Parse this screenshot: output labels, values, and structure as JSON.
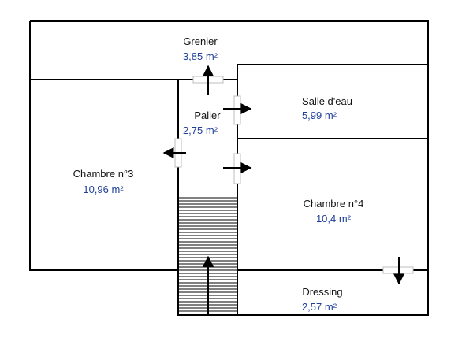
{
  "rooms": {
    "grenier": {
      "name": "Grenier",
      "area": "3,85  m²"
    },
    "palier": {
      "name": "Palier",
      "area": "2,75  m²"
    },
    "sde": {
      "name": "Salle d'eau",
      "area": "5,99  m²"
    },
    "chambre3": {
      "name": "Chambre n°3",
      "area": "10,96  m²"
    },
    "chambre4": {
      "name": "Chambre n°4",
      "area": "10,4  m²"
    },
    "dressing": {
      "name": "Dressing",
      "area": "2,57  m²"
    }
  },
  "colors": {
    "wall": "#000000",
    "door_gap": "#cfcfcf",
    "area_text": "#1f3f9a",
    "stairs": "#000000"
  },
  "doors": [
    {
      "room": "grenier",
      "direction": "up"
    },
    {
      "room": "sde",
      "direction": "right"
    },
    {
      "room": "chambre3",
      "direction": "left"
    },
    {
      "room": "chambre4",
      "direction": "right"
    },
    {
      "room": "dressing",
      "direction": "down"
    }
  ],
  "stairs": {
    "direction": "up"
  }
}
